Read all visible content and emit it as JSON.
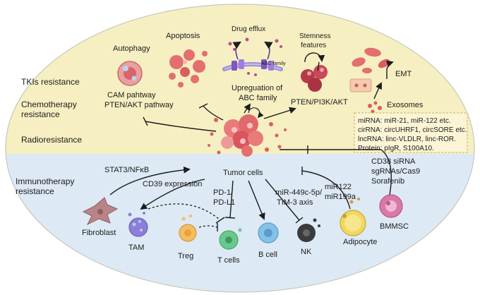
{
  "colors": {
    "top_fill": "#f6efc2",
    "bottom_fill": "#dde9f4",
    "outline": "#c9c7b8",
    "red_cell": "#e06a6a",
    "dark_red": "#b73a48",
    "purple": "#7e57c2",
    "fibroblast": "#b98487",
    "tam": "#8b7fd6",
    "treg": "#f3bd62",
    "tcell": "#69c98d",
    "bcell": "#86c1e8",
    "nk": "#3b3b3b",
    "adipocyte": "#f1d85d",
    "bmmsc": "#d879a9",
    "box_fill": "#fbf5d6"
  },
  "left_labels": {
    "tkis": "TKIs resistance",
    "chemo_line1": "Chemotherapy",
    "chemo_line2": "resistance",
    "radio": "Radioresistance",
    "immuno_line1": "Immunotherapy",
    "immuno_line2": "resistance"
  },
  "top": {
    "autophagy": "Autophagy",
    "apoptosis": "Apoptosis",
    "drug_efflux": "Drug efflux",
    "abc_family": "ABC family",
    "stemness_line1": "Stemness",
    "stemness_line2": "features",
    "emt": "EMT",
    "cam_line1": "CAM pahtway",
    "cam_line2": "PTEN/AKT pathway",
    "upreg_line1": "Upreguation of",
    "upreg_line2": "ABC family",
    "pten_pi3k": "PTEN/PI3K/AKT",
    "exosomes": "Exosomes"
  },
  "exosome_box": {
    "line1": "miRNA: miR-21, miR-122 etc.",
    "line2": "cirRNA: circUHRF1, circSORE etc.",
    "line3": "lncRNA: linc-VLDLR, linc-ROR.",
    "line4": "Protein: pIgR, S100A10."
  },
  "center": {
    "tumor_cells": "Tumor cells"
  },
  "bottom": {
    "stat3": "STAT3/NFκB",
    "cd39": "CD39 expression",
    "pd1_line1": "PD-1/",
    "pd1_line2": "PD-L1",
    "mir449_line1": "miR-449c-5p/",
    "mir449_line2": "TIM-3 axis",
    "mir122_line1": "miR122",
    "mir122_line2": "miR199a",
    "cd38_line1": "CD38 siRNA",
    "cd38_line2": "sgRNAs/Cas9",
    "cd38_line3": "Sorafenib",
    "fibroblast": "Fibroblast",
    "tam": "TAM",
    "treg": "Treg",
    "tcells": "T cells",
    "bcell": "B cell",
    "nk": "NK",
    "adipocyte": "Adipocyte",
    "bmmsc": "BMMSC"
  }
}
